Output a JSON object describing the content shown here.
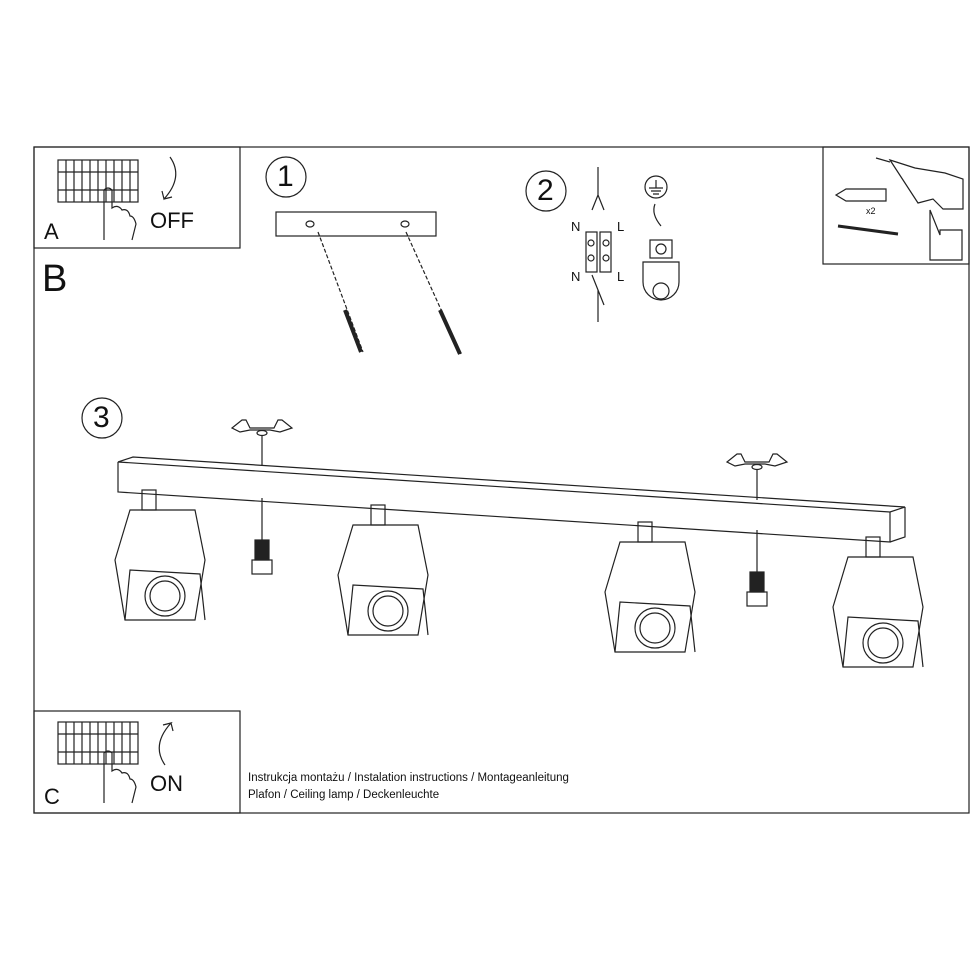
{
  "panels": {
    "a": {
      "letter": "A",
      "action": "OFF"
    },
    "b": {
      "letter": "B"
    },
    "c": {
      "letter": "C",
      "action": "ON"
    }
  },
  "steps": [
    "1",
    "2",
    "3"
  ],
  "wiring": {
    "top_left": "N",
    "top_right": "L",
    "bottom_left": "N",
    "bottom_right": "L"
  },
  "tools": {
    "quantity": "x2"
  },
  "caption": {
    "line1": "Instrukcja montażu / Instalation instructions / Montageanleitung",
    "line2": "Plafon / Ceiling lamp / Deckenleuchte"
  }
}
